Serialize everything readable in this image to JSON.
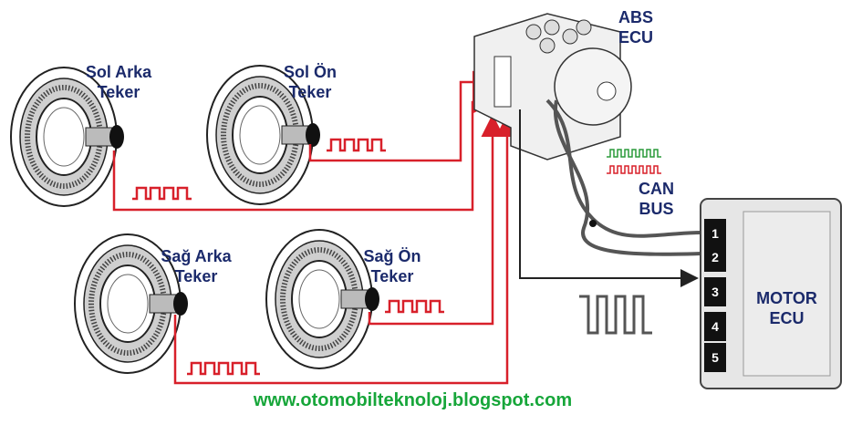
{
  "wheels": {
    "rear_left": "Sol Arka Teker",
    "front_left": "Sol Ön Teker",
    "rear_right": "Sağ Arka Teker",
    "front_right": "Sağ Ön Teker"
  },
  "abs": {
    "line1": "ABS",
    "line2": "ECU"
  },
  "can": {
    "line1": "CAN",
    "line2": "BUS"
  },
  "motor": {
    "line1": "MOTOR",
    "line2": "ECU",
    "pins": [
      "1",
      "2",
      "3",
      "4",
      "5"
    ]
  },
  "footer": {
    "url": "www.otomobilteknoloj.blogspot.com"
  },
  "colors": {
    "signal": "#d8202a",
    "label": "#1b2a6b",
    "url": "#17a63a"
  }
}
